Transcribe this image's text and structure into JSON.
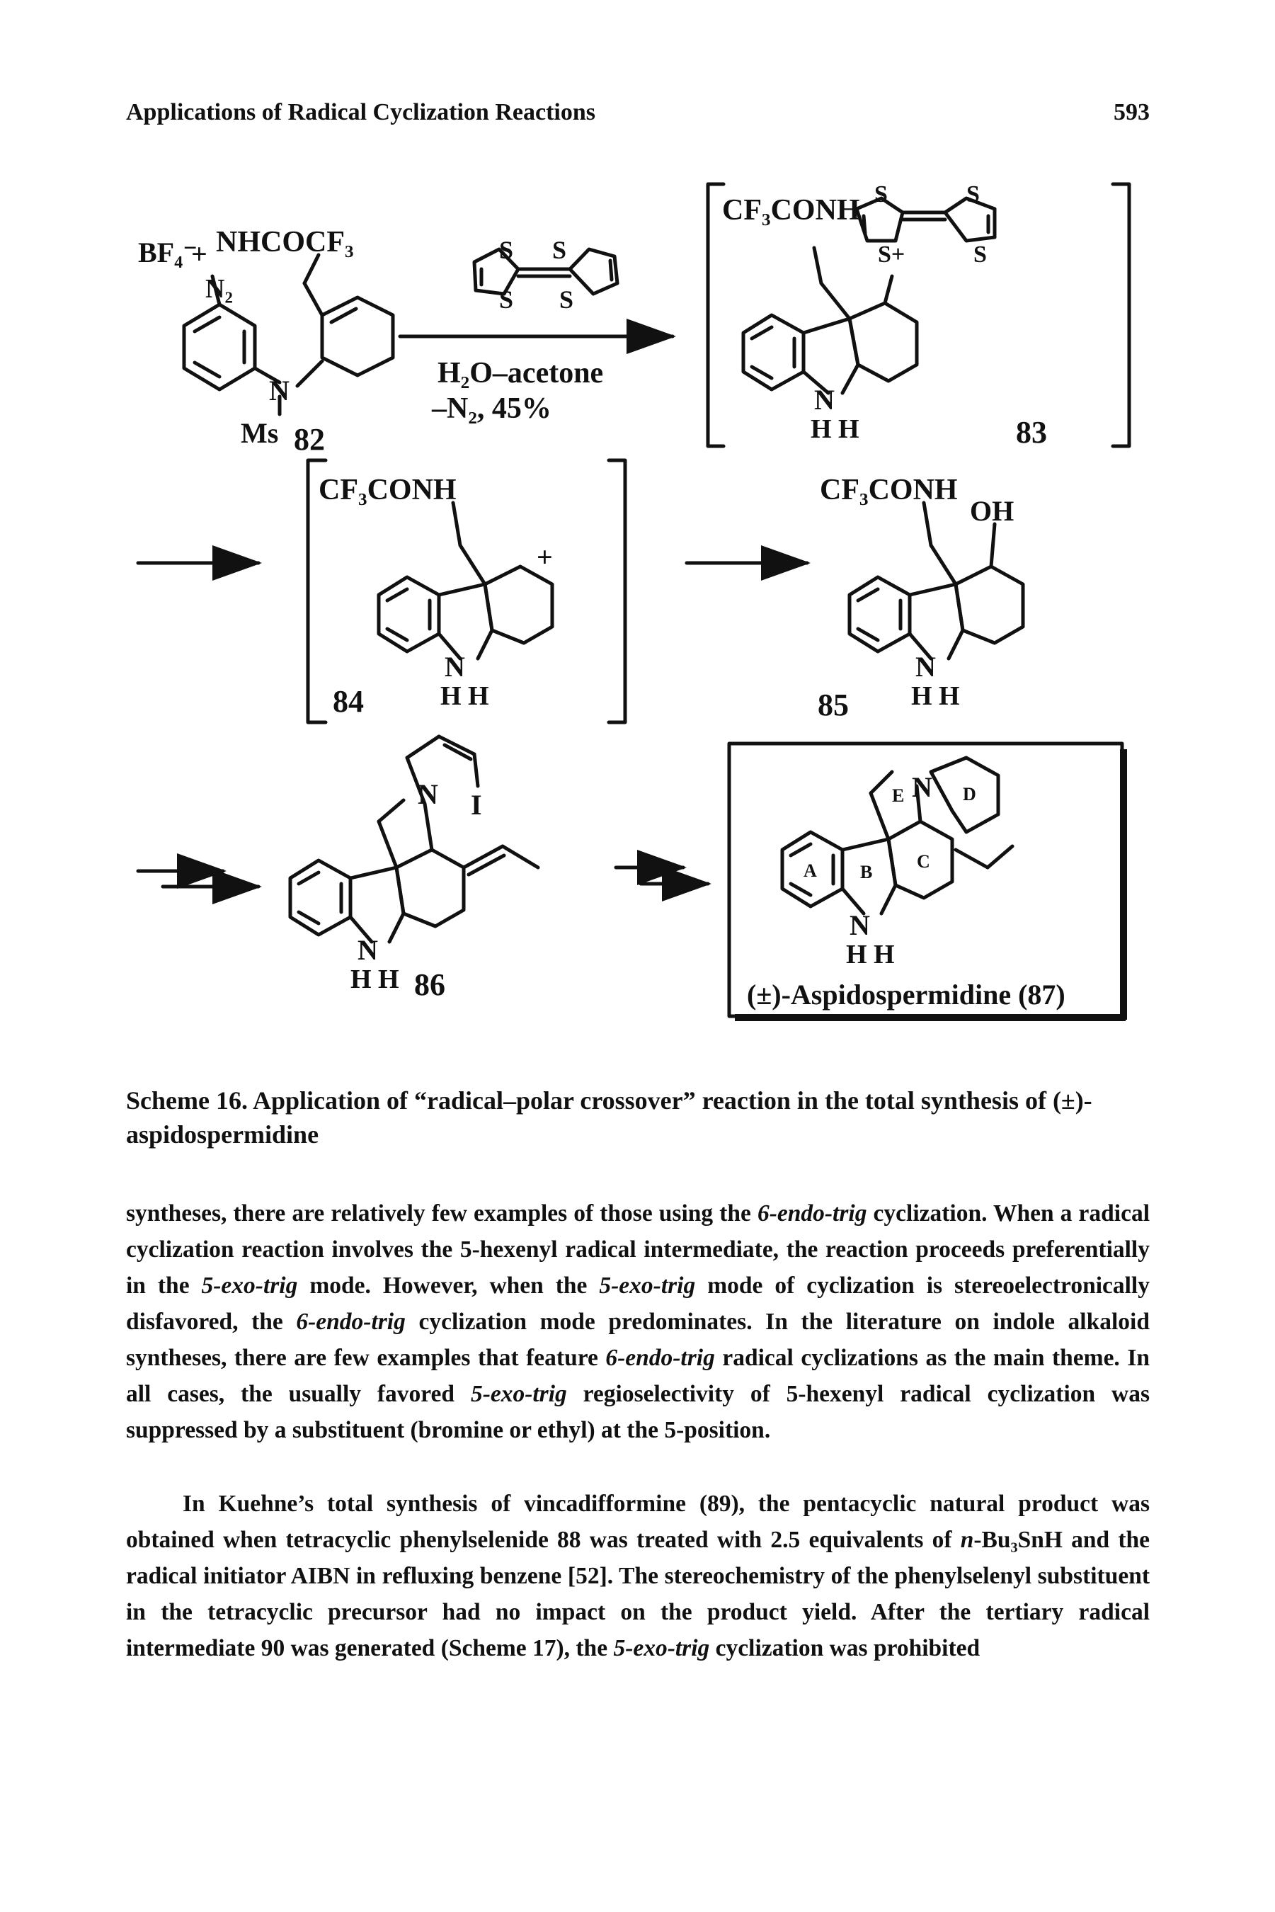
{
  "header": {
    "title": "Applications of Radical Cyclization Reactions",
    "page_number": "593"
  },
  "scheme": {
    "reagent_top": "H₂O–acetone",
    "reagent_bottom": "–N₂, 45%",
    "box_label": "(±)-Aspidospermidine (87)",
    "compounds": [
      "82",
      "83",
      "84",
      "85",
      "86"
    ],
    "ring_labels": [
      "A",
      "B",
      "C",
      "D",
      "E"
    ],
    "groups": {
      "cf3conh": "CF₃CONH",
      "nhcocf3": "NHCOCF₃",
      "bf4": "BF₄⁻",
      "plus": "+",
      "n2": "N₂",
      "n": "N",
      "ms": "Ms",
      "s": "S",
      "s_plus": "S+",
      "oh": "OH",
      "hh": "H H",
      "i": "I"
    }
  },
  "caption": {
    "label": "Scheme 16.",
    "text": "Application of “radical–polar crossover” reaction in the total synthesis of (±)-aspidospermidine"
  },
  "body": {
    "p1_a": "syntheses, there are relatively few examples of those using the ",
    "p1_b": "6-endo-trig",
    "p1_c": " cyclization. When a radical cyclization reaction involves the 5-hexenyl radical intermediate, the reaction proceeds preferentially in the ",
    "p1_d": "5-exo-trig",
    "p1_e": " mode. However, when the ",
    "p1_f": "5-exo-trig",
    "p1_g": " mode of cyclization is stereoelectronically disfavored, the ",
    "p1_h": "6-endo-trig",
    "p1_i": " cyclization mode predominates. In the literature on indole alkaloid syntheses, there are few examples that feature ",
    "p1_j": "6-endo-trig",
    "p1_k": " radical cyclizations as the main theme. In all cases, the usually favored ",
    "p1_l": "5-exo-trig",
    "p1_m": " regioselectivity of 5-hexenyl radical cyclization was suppressed by a substituent (bromine or ethyl) at the 5-position.",
    "p2_a": "In Kuehne’s total synthesis of vincadifformine (89), the pentacyclic natural product was obtained when tetracyclic phenylselenide 88 was treated with 2.5 equivalents of ",
    "p2_b": "n",
    "p2_c": "-Bu₃SnH and the radical initiator AIBN in refluxing benzene [52]. The stereochemistry of the phenylselenyl substituent in the tetracyclic precursor had no impact on the product yield. After the tertiary radical intermediate 90 was generated (Scheme 17), the ",
    "p2_d": "5-exo-trig",
    "p2_e": " cyclization was prohibited"
  }
}
